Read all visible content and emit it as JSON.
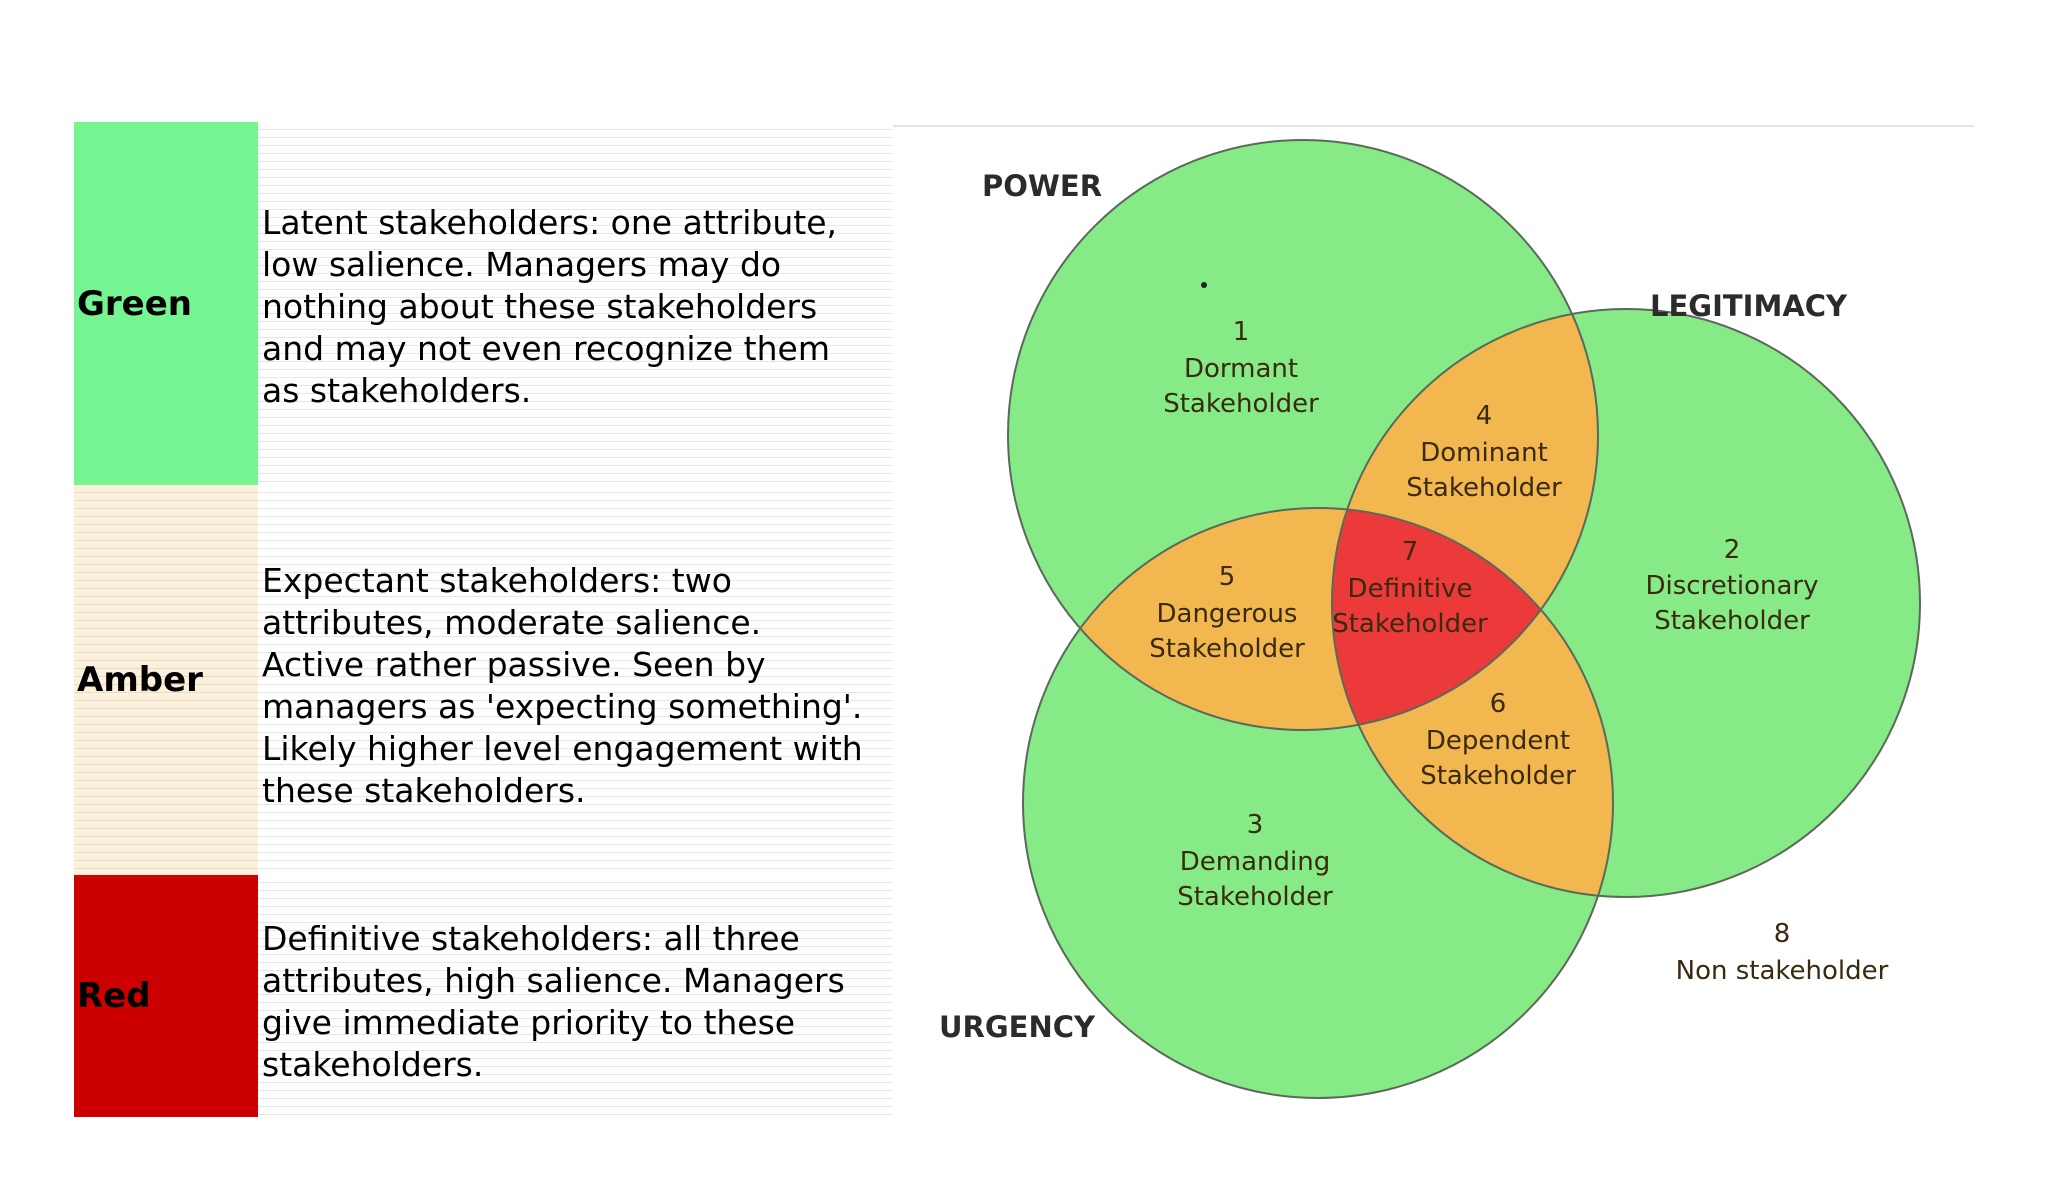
{
  "legend": {
    "rows": [
      {
        "color_name": "Green",
        "color": "#74f592",
        "description": "Latent stakeholders: one attribute,\nlow salience. Managers may do\nnothing about these stakeholders\nand may not even recognize them\nas stakeholders."
      },
      {
        "color_name": "Amber",
        "color": "#fbf1dc",
        "description": "Expectant stakeholders: two\nattributes, moderate salience.\nActive rather passive. Seen by\nmanagers as 'expecting something'.\nLikely higher level engagement with\nthese stakeholders."
      },
      {
        "color_name": "Red",
        "color": "#cc0000",
        "description": "Definitive stakeholders: all three\nattributes, high salience. Managers\ngive immediate priority to these\nstakeholders."
      }
    ]
  },
  "venn": {
    "sets": {
      "power": "POWER",
      "legitimacy": "LEGITIMACY",
      "urgency": "URGENCY"
    },
    "regions": [
      {
        "number": "1",
        "line1": "Dormant",
        "line2": "Stakeholder"
      },
      {
        "number": "2",
        "line1": "Discretionary",
        "line2": "Stakeholder"
      },
      {
        "number": "3",
        "line1": "Demanding",
        "line2": "Stakeholder"
      },
      {
        "number": "4",
        "line1": "Dominant",
        "line2": "Stakeholder"
      },
      {
        "number": "5",
        "line1": "Dangerous",
        "line2": "Stakeholder"
      },
      {
        "number": "6",
        "line1": "Dependent",
        "line2": "Stakeholder"
      },
      {
        "number": "7",
        "line1": "Definitive",
        "line2": "Stakeholder"
      },
      {
        "number": "8",
        "line1": "Non stakeholder",
        "line2": ""
      }
    ],
    "colors": {
      "single": "#86ea86",
      "double": "#f2b84f",
      "triple": "#ec3a3a",
      "outline": "#5a6a5a"
    }
  }
}
